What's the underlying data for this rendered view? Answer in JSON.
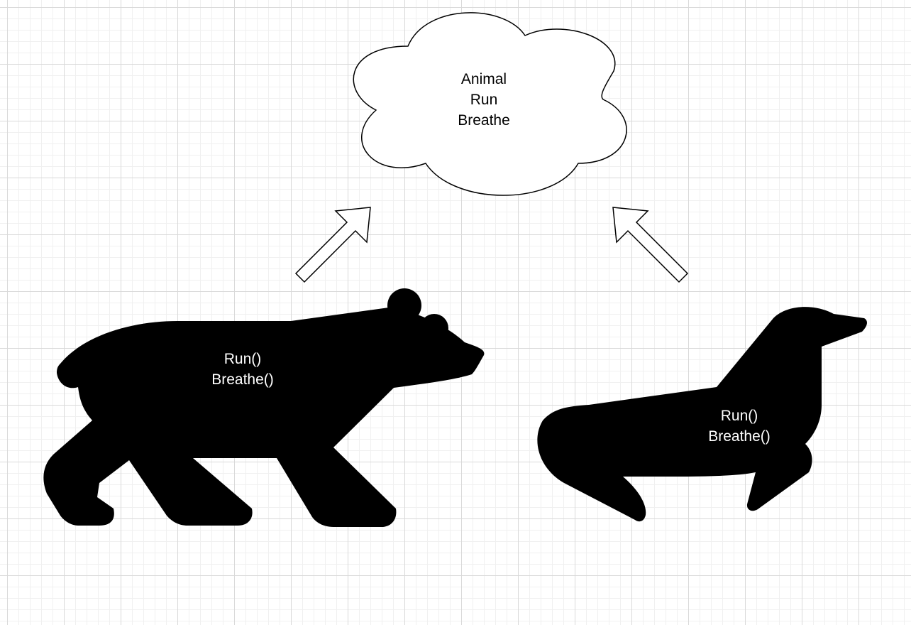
{
  "cloud": {
    "lines": [
      "Animal",
      "Run",
      "Breathe"
    ]
  },
  "bear": {
    "lines": [
      "Run()",
      "Breathe()"
    ]
  },
  "seal": {
    "lines": [
      "Run()",
      "Breathe()"
    ]
  },
  "colors": {
    "silhouette": "#000000",
    "cloud_fill": "#ffffff",
    "stroke": "#000000",
    "grid_major": "#d9d9d9",
    "grid_minor": "#f0f0f0"
  }
}
